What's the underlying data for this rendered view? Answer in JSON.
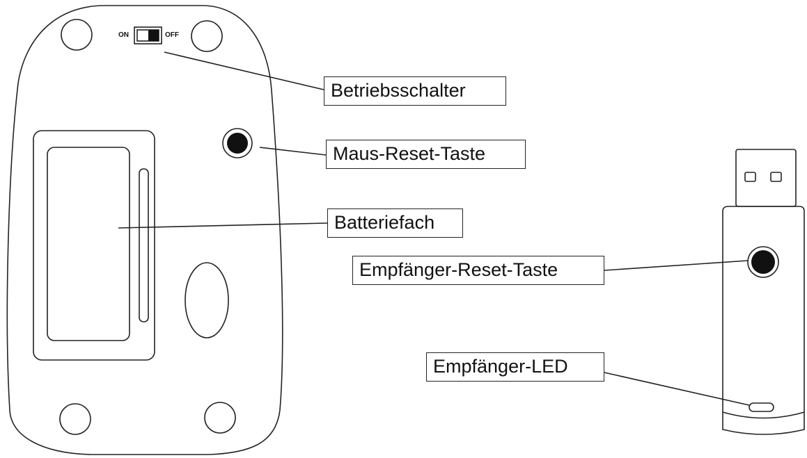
{
  "switch": {
    "on_label": "ON",
    "off_label": "OFF"
  },
  "callouts": {
    "power_switch": "Betriebsschalter",
    "mouse_reset": "Maus-Reset-Taste",
    "battery": "Batteriefach",
    "receiver_reset": "Empfänger-Reset-Taste",
    "receiver_led": "Empfänger-LED"
  },
  "colors": {
    "stroke": "#222222",
    "button_fill": "#111111",
    "background": "#ffffff"
  }
}
